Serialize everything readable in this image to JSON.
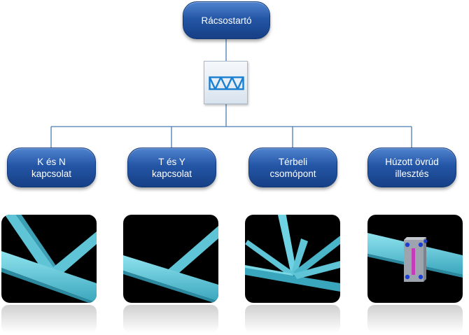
{
  "root": {
    "label": "Rácsostartó",
    "icon": "truss-icon"
  },
  "children": [
    {
      "line1": "K és N",
      "line2": "kapcsolat",
      "image": "k-n-joint-image"
    },
    {
      "line1": "T és Y",
      "line2": "kapcsolat",
      "image": "t-y-joint-image"
    },
    {
      "line1": "Térbeli",
      "line2": "csomópont",
      "image": "spatial-node-image"
    },
    {
      "line1": "Húzott övrúd",
      "line2": "illesztés",
      "image": "tension-chord-splice-image"
    }
  ],
  "colors": {
    "node_fill": "#2456a6",
    "connector": "#4a7db5",
    "member": "#5ec4d6",
    "plate": "#9ea4ad",
    "bolt": "#1d3fd1",
    "weld": "#c43ab8"
  }
}
